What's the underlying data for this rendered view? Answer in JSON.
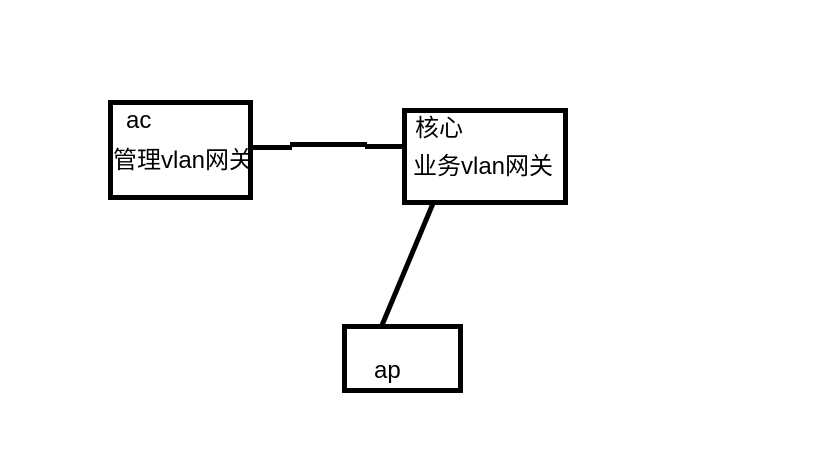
{
  "canvas": {
    "background": "#ffffff"
  },
  "style": {
    "line_color": "#000000",
    "node_border_color": "#000000",
    "node_fill_color": "#ffffff",
    "text_color": "#000000"
  },
  "nodes": {
    "ac": {
      "line1": "ac",
      "line2": "管理vlan网关"
    },
    "core": {
      "line1": "核心",
      "line2": "业务vlan网关"
    },
    "ap": {
      "label": "ap"
    }
  },
  "connections": [
    {
      "from": "ac",
      "to": "core",
      "shape": "horizontal"
    },
    {
      "from": "core",
      "to": "ap",
      "shape": "diagonal"
    }
  ]
}
